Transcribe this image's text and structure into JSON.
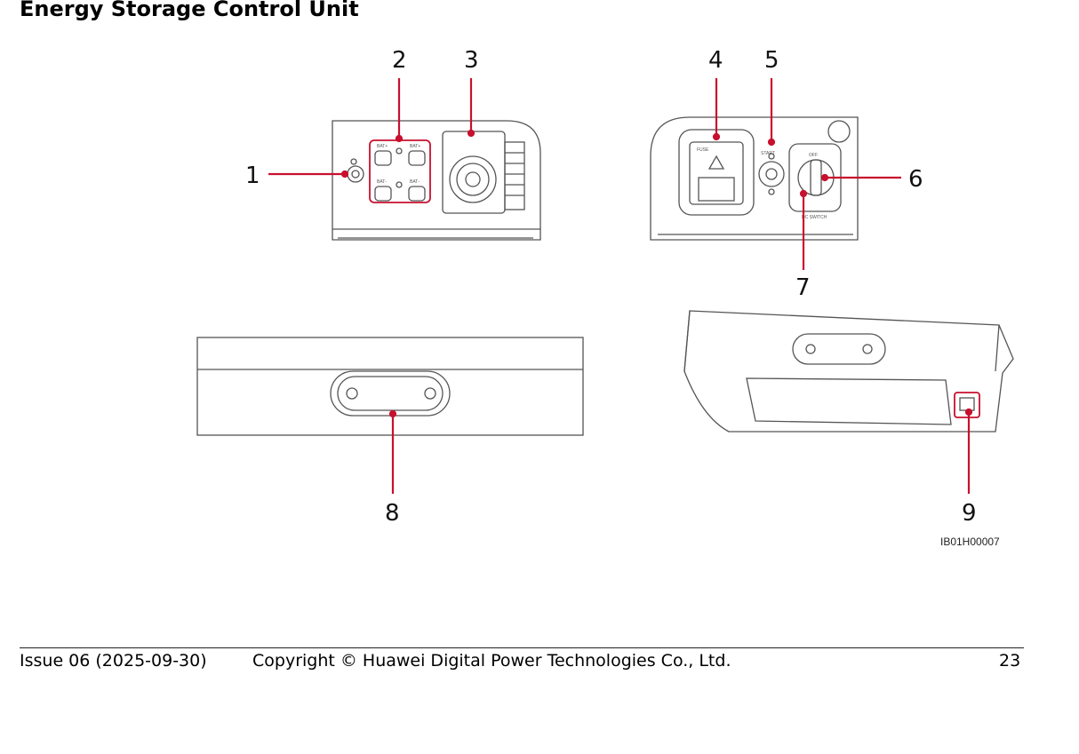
{
  "title": "Energy Storage Control Unit",
  "figure": {
    "callouts": [
      "1",
      "2",
      "3",
      "4",
      "5",
      "6",
      "7",
      "8",
      "9"
    ],
    "figure_id": "IB01H00007",
    "panel_labels": {
      "bat_plus_1": "BAT+",
      "bat_plus_2": "BAT+",
      "bat_minus_1": "BAT-",
      "bat_minus_2": "BAT-",
      "fuse": "FUSE",
      "start": "START",
      "dc_switch": "DC SWITCH",
      "off": "OFF"
    },
    "colors": {
      "callout_line": "#c8102e",
      "outline": "#555555"
    }
  },
  "footer": {
    "issue": "Issue 06 (2025-09-30)",
    "copyright": "Copyright © Huawei Digital Power Technologies Co., Ltd.",
    "page": "23"
  }
}
